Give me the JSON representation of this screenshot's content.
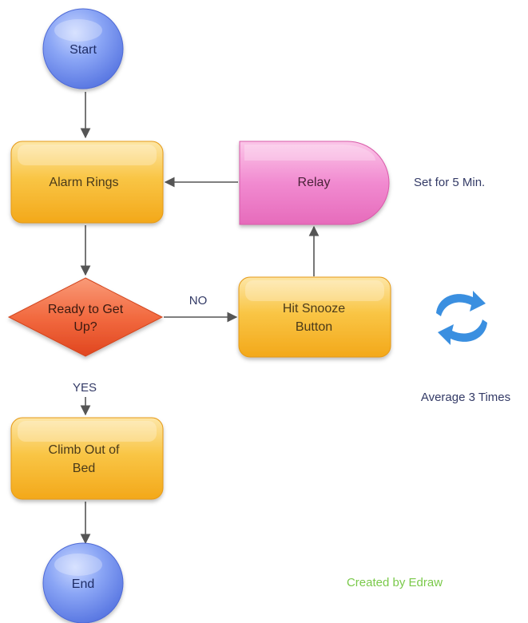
{
  "nodes": {
    "start": "Start",
    "alarm": "Alarm Rings",
    "relay": "Relay",
    "decision": [
      "Ready to Get",
      "Up?"
    ],
    "snooze": [
      "Hit Snooze",
      "Button"
    ],
    "climb": [
      "Climb Out of",
      "Bed"
    ],
    "end": "End"
  },
  "edges": {
    "no_label": "NO",
    "yes_label": "YES"
  },
  "notes": {
    "relay_note": "Set for 5 Min.",
    "snooze_note": "Average 3 Times",
    "repeat_icon": "refresh-icon"
  },
  "credit": "Created by Edraw",
  "colors": {
    "terminal": "#6f8ff0",
    "process": "#f7b62a",
    "decision": "#f2603a",
    "relay": "#ee77c4",
    "icon": "#3a8fe0",
    "credit": "#7ac94a"
  }
}
